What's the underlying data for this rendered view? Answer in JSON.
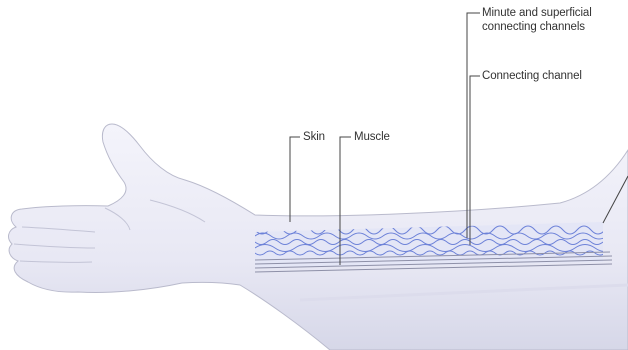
{
  "labels": {
    "minute_channels": "Minute and superficial connecting channels",
    "connecting_channel": "Connecting channel",
    "skin": "Skin",
    "muscle": "Muscle"
  },
  "colors": {
    "skin_fill": "#ebebf6",
    "skin_outline": "#b9bacc",
    "channel_blue": "#6d82d8",
    "leader_line": "#444444"
  }
}
